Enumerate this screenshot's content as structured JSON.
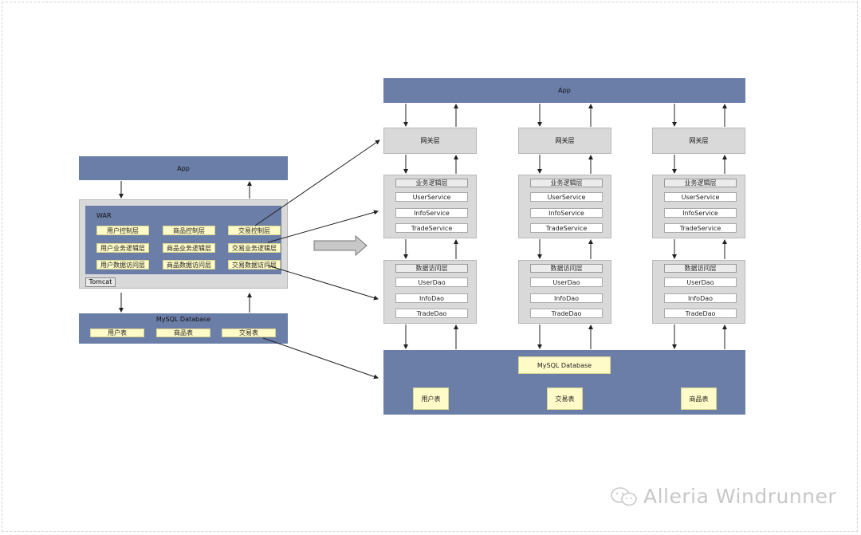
{
  "left": {
    "app": "App",
    "war": "WAR",
    "tomcat": "Tomcat",
    "rows": [
      [
        "用户控制层",
        "商品控制层",
        "交易控制层"
      ],
      [
        "用户业务逻辑层",
        "商品业务逻辑层",
        "交易业务逻辑层"
      ],
      [
        "用户数据访问层",
        "商品数据访问层",
        "交易数据访问层"
      ]
    ],
    "db": {
      "title": "MySQL Database",
      "tables": [
        "用户表",
        "商品表",
        "交易表"
      ]
    }
  },
  "right": {
    "app": "App",
    "columns": [
      {
        "gateway": "网关层",
        "service_header": "业务逻辑层",
        "services": [
          "UserService",
          "InfoService",
          "TradeService"
        ],
        "dao_header": "数据访问层",
        "daos": [
          "UserDao",
          "InfoDao",
          "TradeDao"
        ]
      },
      {
        "gateway": "网关层",
        "service_header": "业务逻辑层",
        "services": [
          "UserService",
          "InfoService",
          "TradeService"
        ],
        "dao_header": "数据访问层",
        "daos": [
          "UserDao",
          "InfoDao",
          "TradeDao"
        ]
      },
      {
        "gateway": "网关层",
        "service_header": "业务逻辑层",
        "services": [
          "UserService",
          "InfoService",
          "TradeService"
        ],
        "dao_header": "数据访问层",
        "daos": [
          "UserDao",
          "InfoDao",
          "TradeDao"
        ]
      }
    ],
    "db": {
      "title": "MySQL Database",
      "tables": [
        "用户表",
        "交易表",
        "商品表"
      ]
    }
  },
  "watermark": "Alleria Windrunner",
  "colors": {
    "blue": "#6b7ea8",
    "gray": "#d9d9d9",
    "yellow": "#fffbc8"
  }
}
